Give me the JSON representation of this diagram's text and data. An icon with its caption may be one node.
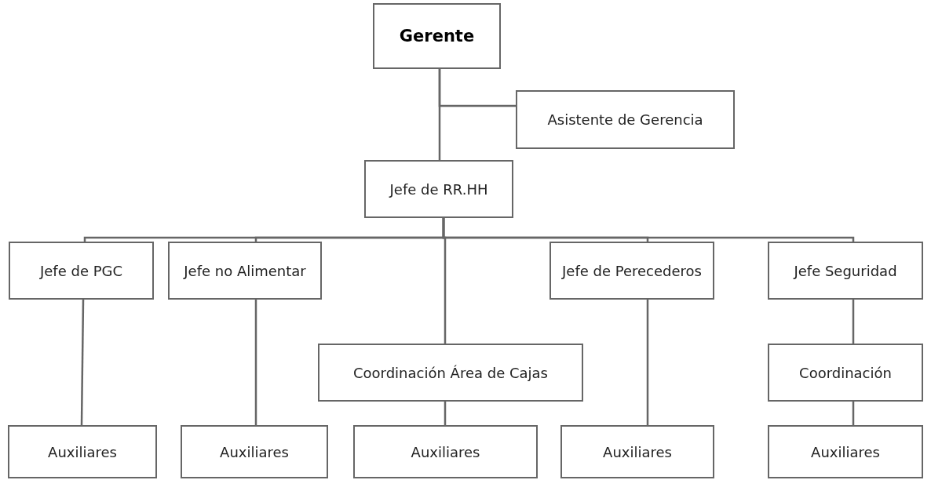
{
  "diagram": {
    "nodes": [
      {
        "text": [
          "Gerente"
        ]
      },
      {
        "text": [
          "Asistente de Gerencia"
        ]
      },
      {
        "text": [
          "Jefe de RR.HH"
        ]
      },
      {
        "text": [
          "Jefe de PGC"
        ]
      },
      {
        "text": [
          "Jefe no Alimentar"
        ]
      },
      {
        "text": [
          "Coordinación Área de Cajas"
        ]
      },
      {
        "text": [
          "Jefe de Perecederos"
        ]
      },
      {
        "text": [
          "Jefe Seguridad"
        ]
      },
      {
        "text": [
          "Coordinación"
        ]
      },
      {
        "text": [
          "Auxiliares"
        ]
      },
      {
        "text": [
          "Auxiliares"
        ]
      },
      {
        "text": [
          "Auxiliares"
        ]
      },
      {
        "text": [
          "Auxiliares"
        ]
      },
      {
        "text": [
          "Auxiliares"
        ]
      }
    ],
    "edges": [
      {
        "from": 0,
        "to": 1,
        "arrow": "none"
      },
      {
        "from": 0,
        "to": 2,
        "arrow": "none"
      },
      {
        "from": 2,
        "to": 3,
        "arrow": "none"
      },
      {
        "from": 2,
        "to": 4,
        "arrow": "none"
      },
      {
        "from": 2,
        "to": 5,
        "arrow": "none"
      },
      {
        "from": 2,
        "to": 6,
        "arrow": "none"
      },
      {
        "from": 2,
        "to": 7,
        "arrow": "none"
      },
      {
        "from": 3,
        "to": 9,
        "arrow": "none"
      },
      {
        "from": 4,
        "to": 10,
        "arrow": "none"
      },
      {
        "from": 5,
        "to": 11,
        "arrow": "none"
      },
      {
        "from": 6,
        "to": 12,
        "arrow": "none"
      },
      {
        "from": 7,
        "to": 8,
        "arrow": "none"
      },
      {
        "from": 8,
        "to": 13,
        "arrow": "none"
      }
    ]
  }
}
